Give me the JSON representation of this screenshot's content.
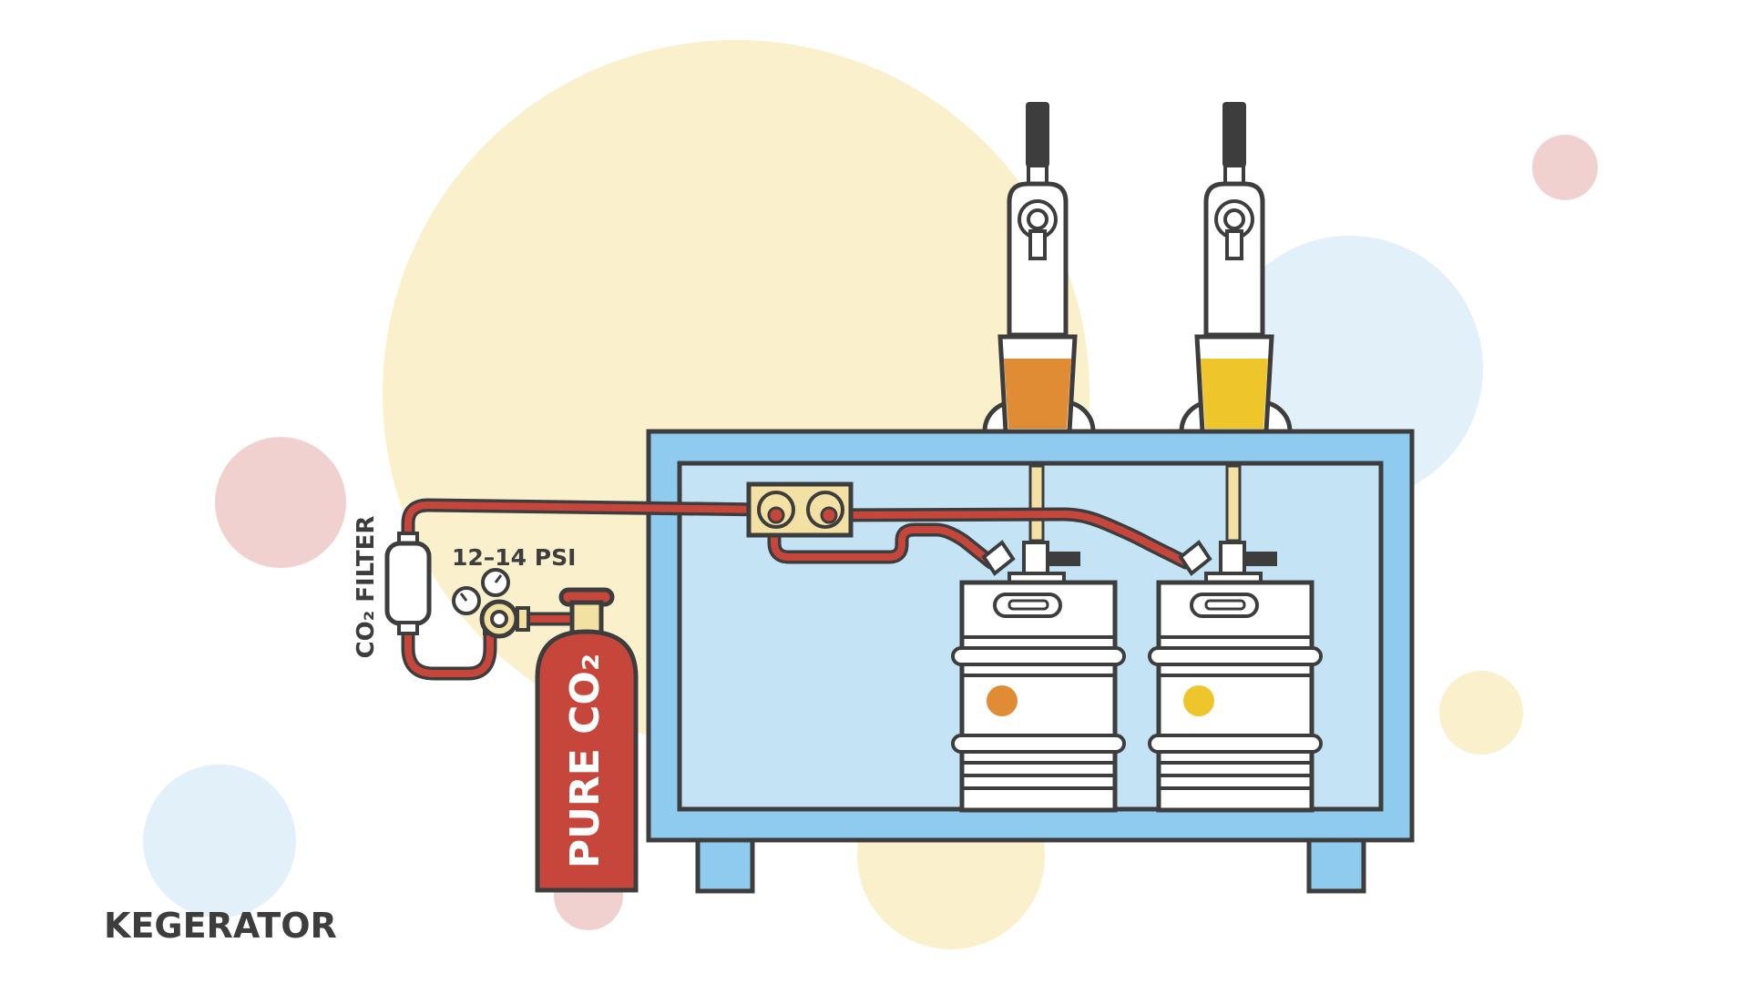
{
  "title": "KEGERATOR",
  "labels": {
    "filter": "CO₂ FILTER",
    "pressure": "12–14 PSI",
    "tank": "PURE CO₂"
  },
  "colors": {
    "outline": "#3d3d3d",
    "gas_line": "#c7463c",
    "fridge_outer": "#8fcbef",
    "fridge_inner": "#c4e4f6",
    "brass": "#f3e1a4",
    "amber_beer": "#e08c35",
    "lager_beer": "#efc52c",
    "tap_handle": "#3d3d3d",
    "circle_pink": "#f1d1d0",
    "circle_yellow": "#faf0cc",
    "circle_blue": "#e1f0f9"
  },
  "kegs": [
    {
      "beer": "amber",
      "dot_color": "#e08c35"
    },
    {
      "beer": "lager",
      "dot_color": "#efc52c"
    }
  ]
}
